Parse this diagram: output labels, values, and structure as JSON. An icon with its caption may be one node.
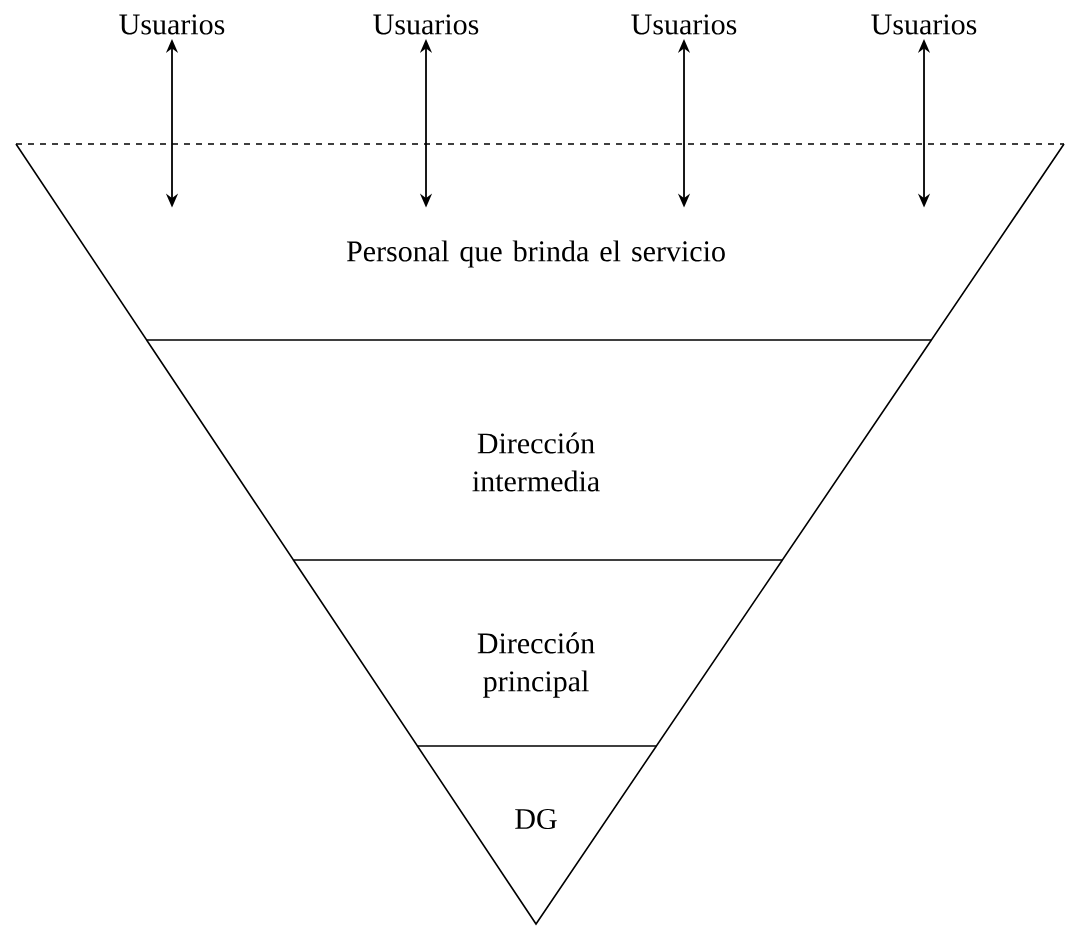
{
  "diagram": {
    "nodes": [
      {
        "text": [
          "Usuarios"
        ]
      },
      {
        "text": [
          "Usuarios"
        ]
      },
      {
        "text": [
          "Usuarios"
        ]
      },
      {
        "text": [
          "Usuarios"
        ]
      },
      {
        "text": [
          "Personal que brinda el servicio"
        ]
      },
      {
        "text": [
          "Dirección intermedia"
        ]
      },
      {
        "text": [
          "Dirección principal"
        ]
      },
      {
        "text": [
          "DG"
        ]
      }
    ],
    "edges": [
      {
        "from": 0,
        "to": 4,
        "arrow": "both"
      },
      {
        "from": 1,
        "to": 4,
        "arrow": "both"
      },
      {
        "from": 2,
        "to": 4,
        "arrow": "both"
      },
      {
        "from": 3,
        "to": 4,
        "arrow": "both"
      }
    ]
  }
}
